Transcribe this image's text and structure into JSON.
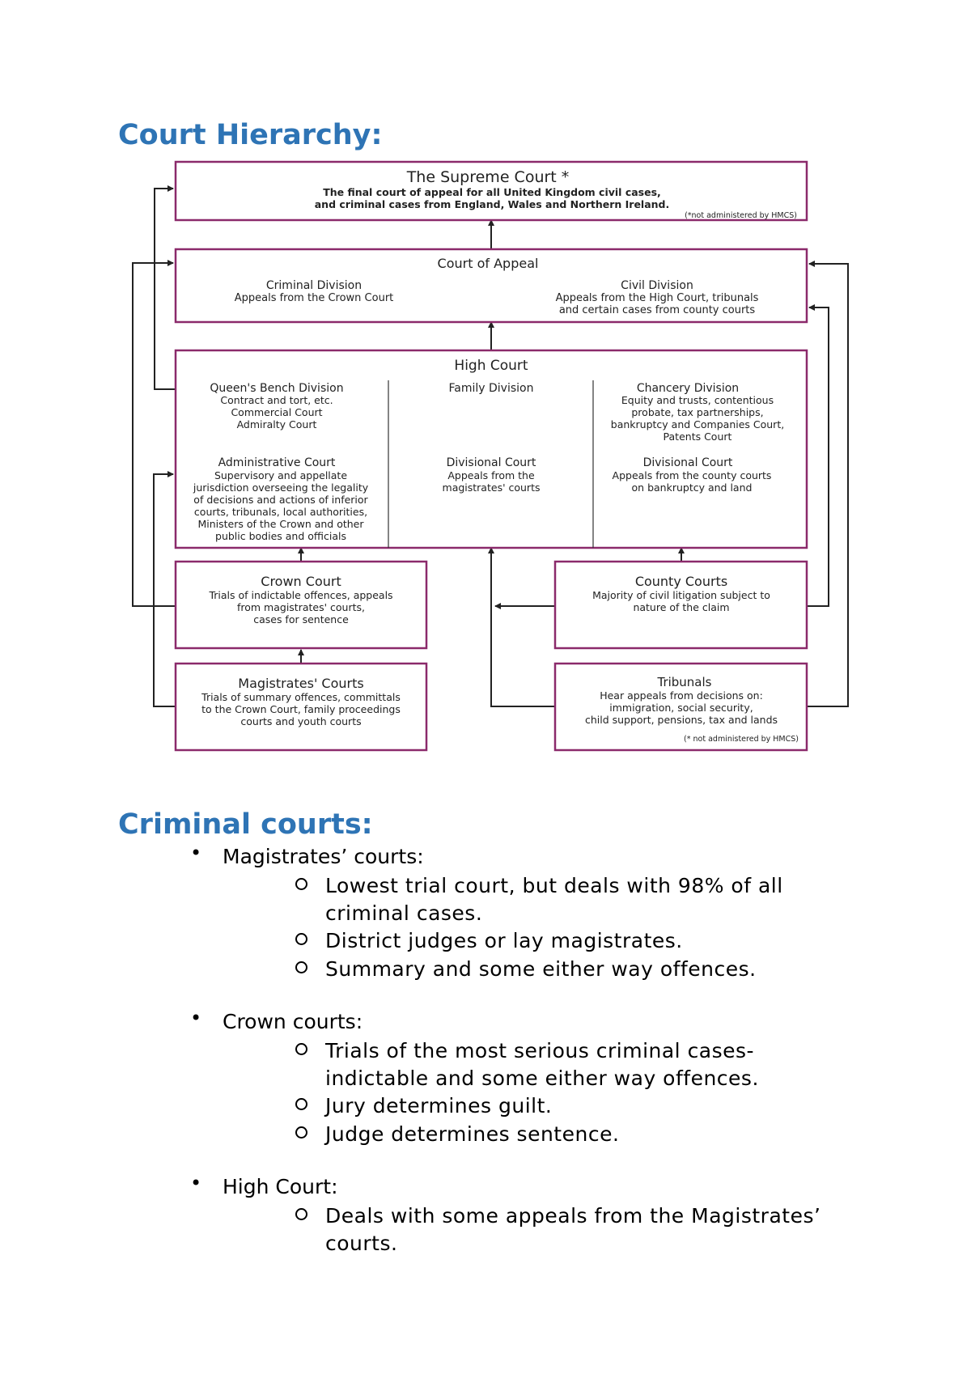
{
  "headings": {
    "hierarchy": "Court Hierarchy:",
    "criminal": "Criminal courts:"
  },
  "diagram": {
    "border_color": "#8b2a6b",
    "supreme": {
      "title": "The Supreme Court *",
      "line1": "The final court of appeal for all United Kingdom civil cases,",
      "line2": "and criminal cases from England, Wales and Northern Ireland.",
      "note": "(*not administered by HMCS)"
    },
    "appeal": {
      "title": "Court of Appeal",
      "criminal_title": "Criminal Division",
      "criminal_desc": "Appeals from the Crown Court",
      "civil_title": "Civil Division",
      "civil_desc1": "Appeals from the High Court, tribunals",
      "civil_desc2": "and certain cases from county courts"
    },
    "high": {
      "title": "High Court",
      "qb_title": "Queen's Bench Division",
      "qb1": "Contract and tort, etc.",
      "qb2": "Commercial Court",
      "qb3": "Admiralty Court",
      "family_title": "Family Division",
      "chancery_title": "Chancery Division",
      "ch1": "Equity and trusts, contentious",
      "ch2": "probate, tax partnerships,",
      "ch3": "bankruptcy and Companies Court,",
      "ch4": "Patents Court",
      "admin_title": "Administrative Court",
      "ad1": "Supervisory and appellate",
      "ad2": "jurisdiction overseeing the legality",
      "ad3": "of decisions and actions of inferior",
      "ad4": "courts, tribunals, local authorities,",
      "ad5": "Ministers of the Crown and other",
      "ad6": "public bodies and officials",
      "div1_title": "Divisional Court",
      "div1_1": "Appeals from the",
      "div1_2": "magistrates' courts",
      "div2_title": "Divisional Court",
      "div2_1": "Appeals from the county courts",
      "div2_2": "on bankruptcy and land"
    },
    "crown": {
      "title": "Crown Court",
      "l1": "Trials of indictable offences, appeals",
      "l2": "from magistrates' courts,",
      "l3": "cases for sentence"
    },
    "county": {
      "title": "County Courts",
      "l1": "Majority of civil litigation subject to",
      "l2": "nature of the claim"
    },
    "magistrates": {
      "title": "Magistrates' Courts",
      "l1": "Trials of summary offences, committals",
      "l2": "to the Crown Court, family proceedings",
      "l3": "courts and youth courts"
    },
    "tribunals": {
      "title": "Tribunals",
      "l1": "Hear appeals from decisions on:",
      "l2": "immigration, social security,",
      "l3": "child support, pensions, tax and lands",
      "note": "(* not administered by HMCS)"
    }
  },
  "criminal_courts": [
    {
      "label": "Magistrates’ courts:",
      "points": [
        "Lowest trial court, but deals with 98% of all criminal cases.",
        "District judges or lay magistrates.",
        "Summary and some either way offences."
      ]
    },
    {
      "label": "Crown courts:",
      "points": [
        "Trials of the most serious criminal cases- indictable and some either way offences.",
        "Jury determines guilt.",
        "Judge determines sentence."
      ]
    },
    {
      "label": "High Court:",
      "points": [
        "Deals with some appeals from the Magistrates’ courts."
      ]
    }
  ]
}
